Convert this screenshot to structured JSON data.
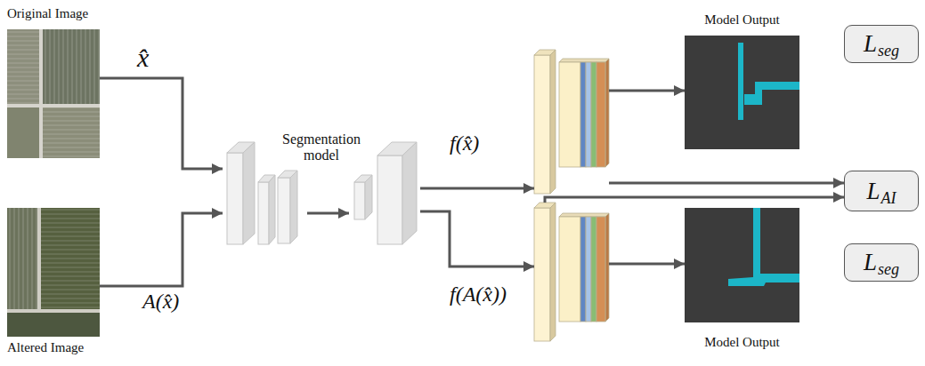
{
  "diagram": {
    "nodes": [
      {
        "text": [
          "Original Image"
        ]
      },
      {
        "text": [
          "Altered Image"
        ]
      },
      {
        "text": [
          "Segmentation model"
        ]
      },
      {
        "text": [
          "f(x̂)"
        ]
      },
      {
        "text": [
          "f(A(x̂))"
        ]
      },
      {
        "text": [
          "Model Output"
        ]
      },
      {
        "text": [
          "L",
          "seg"
        ]
      },
      {
        "text": [
          "L",
          "AI"
        ]
      },
      {
        "text": [
          "Model Output"
        ]
      },
      {
        "text": [
          "L",
          "seg"
        ]
      }
    ],
    "edges": [
      {
        "from": 0,
        "to": 2,
        "arrow": "to",
        "label": "x̂"
      },
      {
        "from": 1,
        "to": 2,
        "arrow": "to",
        "label": "A(x̂)"
      },
      {
        "from": 2,
        "to": 3,
        "arrow": "to"
      },
      {
        "from": 2,
        "to": 4,
        "arrow": "to"
      },
      {
        "from": 3,
        "to": 5,
        "arrow": "to"
      },
      {
        "from": 4,
        "to": 8,
        "arrow": "to"
      },
      {
        "from": 3,
        "to": 7,
        "arrow": "to"
      },
      {
        "from": 4,
        "to": 7,
        "arrow": "to"
      }
    ]
  }
}
